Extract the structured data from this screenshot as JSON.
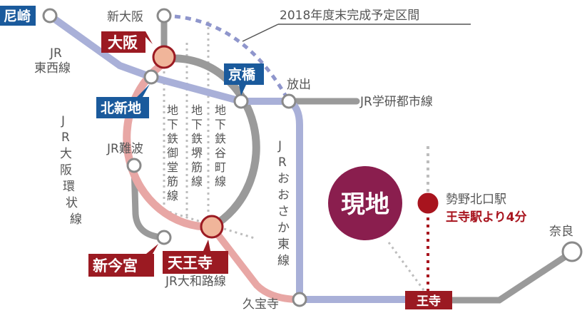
{
  "colors": {
    "jr_blue_line": "#a9b0d8",
    "loop_line": "#e8a7a5",
    "gray_line": "#9a9a9a",
    "subway_dot": "#bdbdbd",
    "future_dash": "#8f96cc",
    "tag_blue": "#1a5a9c",
    "tag_red": "#9b1a22",
    "genchi": "#8a1e4e",
    "access_text": "#a8141e"
  },
  "stations": {
    "amagasaki": "尼崎",
    "shin_osaka": "新大阪",
    "osaka": "大阪",
    "kitashinchi": "北新地",
    "kyobashi": "京橋",
    "hanaten": "放出",
    "jr_namba": "JR難波",
    "shin_imamiya": "新今宮",
    "tennoji": "天王寺",
    "kyuhoji": "久宝寺",
    "oji": "王寺",
    "nara": "奈良",
    "seya_kitaguchi": "勢野北口駅"
  },
  "lines": {
    "jr_tozai": [
      "JR",
      "東西線"
    ],
    "jr_osaka_loop": [
      "J",
      "R",
      "大",
      "阪",
      "環",
      "状",
      "線"
    ],
    "subway_midosuji": [
      "地",
      "下",
      "鉄",
      "御",
      "堂",
      "筋",
      "線"
    ],
    "subway_sakaisuji": [
      "地",
      "下",
      "鉄",
      "堺",
      "筋",
      "線"
    ],
    "subway_tanimachi": [
      "地",
      "下",
      "鉄",
      "谷",
      "町",
      "線"
    ],
    "jr_osaka_higashi": [
      "J",
      "R",
      "お",
      "お",
      "さ",
      "か",
      "東",
      "線"
    ],
    "jr_gakkentoshi": "JR学研都市線",
    "jr_yamatoji": "JR大和路線"
  },
  "annotation": "2018年度末完成予定区間",
  "genchi_label": "現地",
  "access_note": "王寺駅より4分"
}
